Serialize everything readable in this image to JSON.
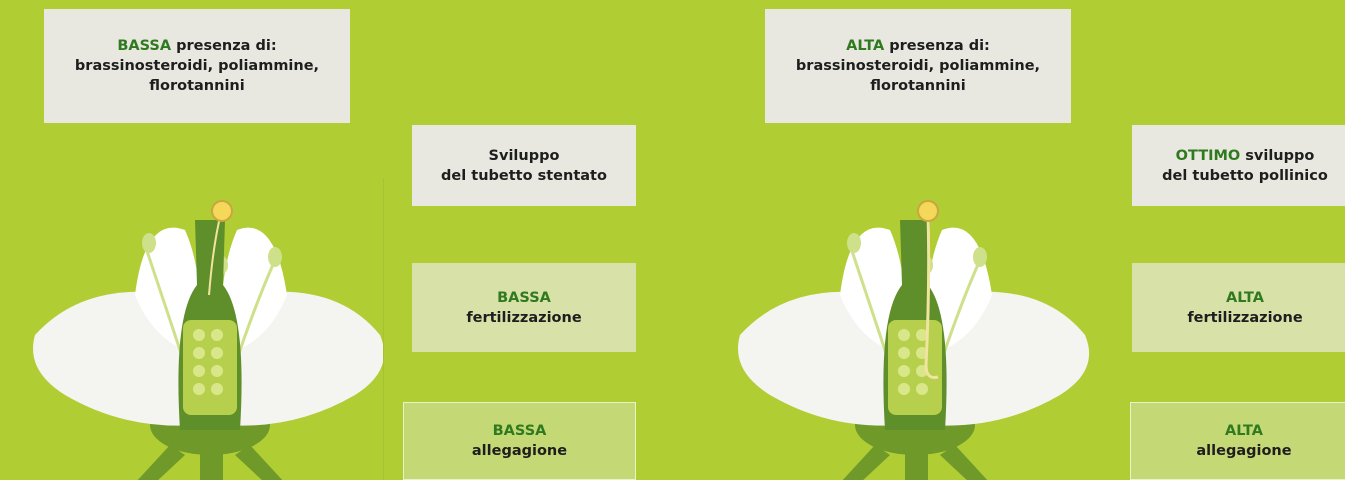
{
  "colors": {
    "background": "#b0cd34",
    "box_light": "#e8e8e0",
    "box_mid": "#d8e1a8",
    "box_green": "#c4d975",
    "highlight": "#2f7a1e"
  },
  "left": {
    "top_box": {
      "highlight": "BASSA",
      "title_rest": " presenza di:",
      "line2": "brassinosteroidi, poliammine,",
      "line3": "florotannini"
    },
    "box1": {
      "line1": "Sviluppo",
      "line2": "del tubetto stentato"
    },
    "box2": {
      "line1": "BASSA",
      "line2": "fertilizzazione"
    },
    "box3": {
      "line1": "BASSA",
      "line2": "allegagione"
    }
  },
  "right": {
    "top_box": {
      "highlight": "ALTA",
      "title_rest": " presenza di:",
      "line2": "brassinosteroidi, poliammine,",
      "line3": "florotannini"
    },
    "box1": {
      "highlight": "OTTIMO",
      "line1_rest": " sviluppo",
      "line2": "del tubetto pollinico"
    },
    "box2": {
      "line1": "ALTA",
      "line2": "fertilizzazione"
    },
    "box3": {
      "line1": "ALTA",
      "line2": "allegagione"
    }
  },
  "icons": [
    "flower-cross-section-icon",
    "pollen-grain-icon",
    "down-arrow-icon"
  ]
}
